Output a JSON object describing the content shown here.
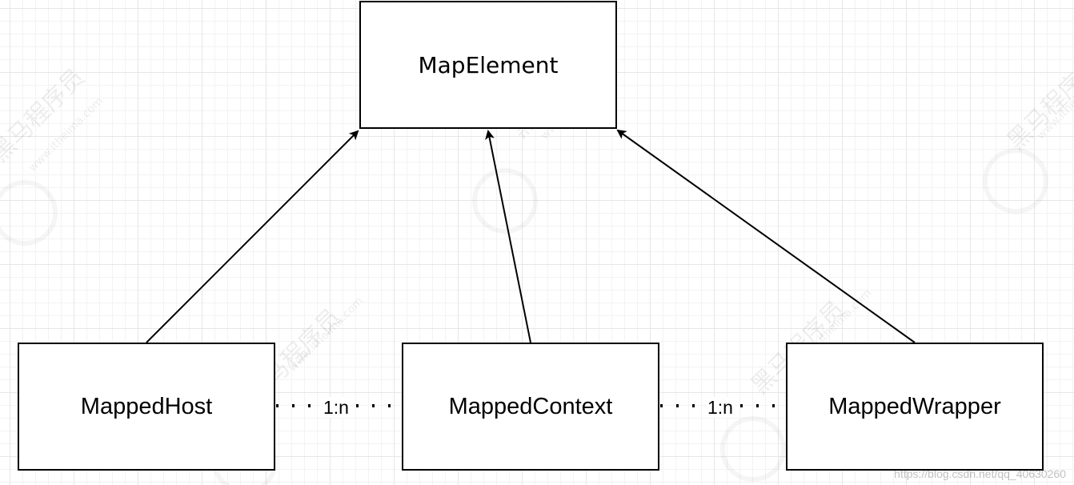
{
  "diagram": {
    "nodes": [
      {
        "id": "map-element",
        "label": "MapElement"
      },
      {
        "id": "mapped-host",
        "label": "MappedHost"
      },
      {
        "id": "mapped-context",
        "label": "MappedContext"
      },
      {
        "id": "mapped-wrapper",
        "label": "MappedWrapper"
      }
    ],
    "edges": [
      {
        "from": "mapped-host",
        "to": "map-element",
        "style": "solid",
        "arrow": "end"
      },
      {
        "from": "mapped-context",
        "to": "map-element",
        "style": "solid",
        "arrow": "end"
      },
      {
        "from": "mapped-wrapper",
        "to": "map-element",
        "style": "solid",
        "arrow": "end"
      },
      {
        "from": "mapped-host",
        "to": "mapped-context",
        "style": "dotted",
        "label": "1:n"
      },
      {
        "from": "mapped-context",
        "to": "mapped-wrapper",
        "style": "dotted",
        "label": "1:n"
      }
    ]
  },
  "watermark": {
    "brand": "黑马程序员",
    "site": "www.itheima.com",
    "url": "https://blog.csdn.net/qq_40630260"
  },
  "colors": {
    "stroke": "#000000",
    "background": "#ffffff",
    "grid": "#e6e6e6"
  }
}
